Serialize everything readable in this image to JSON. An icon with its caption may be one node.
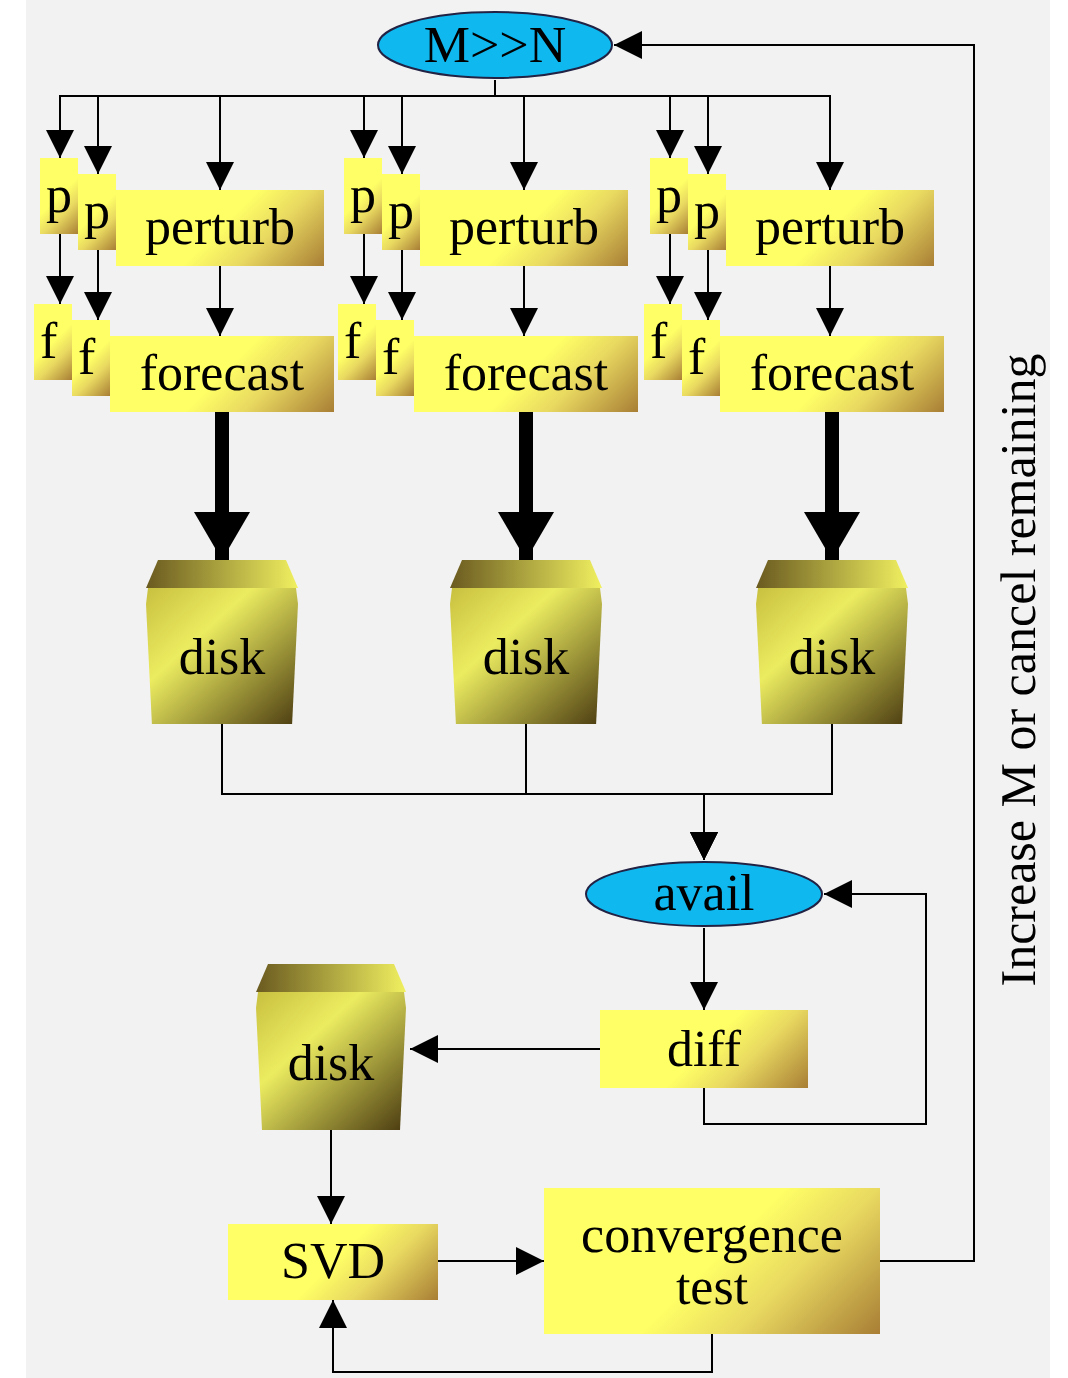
{
  "diagram": {
    "nodes": [
      {
        "text": [
          "M>>N"
        ]
      },
      {
        "text": [
          "p"
        ]
      },
      {
        "text": [
          "p"
        ]
      },
      {
        "text": [
          "perturb"
        ]
      },
      {
        "text": [
          "p"
        ]
      },
      {
        "text": [
          "p"
        ]
      },
      {
        "text": [
          "perturb"
        ]
      },
      {
        "text": [
          "p"
        ]
      },
      {
        "text": [
          "p"
        ]
      },
      {
        "text": [
          "perturb"
        ]
      },
      {
        "text": [
          "f"
        ]
      },
      {
        "text": [
          "f"
        ]
      },
      {
        "text": [
          "forecast"
        ]
      },
      {
        "text": [
          "f"
        ]
      },
      {
        "text": [
          "f"
        ]
      },
      {
        "text": [
          "forecast"
        ]
      },
      {
        "text": [
          "f"
        ]
      },
      {
        "text": [
          "f"
        ]
      },
      {
        "text": [
          "forecast"
        ]
      },
      {
        "text": [
          "disk"
        ]
      },
      {
        "text": [
          "disk"
        ]
      },
      {
        "text": [
          "disk"
        ]
      },
      {
        "text": [
          "avail"
        ]
      },
      {
        "text": [
          "diff"
        ]
      },
      {
        "text": [
          "disk"
        ]
      },
      {
        "text": [
          "SVD"
        ]
      },
      {
        "text": [
          "convergence test"
        ]
      }
    ],
    "edges": [
      {
        "from": 0,
        "to": 1,
        "arrow": "to"
      },
      {
        "from": 0,
        "to": 2,
        "arrow": "to"
      },
      {
        "from": 0,
        "to": 3,
        "arrow": "to"
      },
      {
        "from": 0,
        "to": 4,
        "arrow": "to"
      },
      {
        "from": 0,
        "to": 5,
        "arrow": "to"
      },
      {
        "from": 0,
        "to": 6,
        "arrow": "to"
      },
      {
        "from": 0,
        "to": 7,
        "arrow": "to"
      },
      {
        "from": 0,
        "to": 8,
        "arrow": "to"
      },
      {
        "from": 0,
        "to": 9,
        "arrow": "to"
      },
      {
        "from": 1,
        "to": 10,
        "arrow": "to"
      },
      {
        "from": 2,
        "to": 11,
        "arrow": "to"
      },
      {
        "from": 3,
        "to": 12,
        "arrow": "to"
      },
      {
        "from": 4,
        "to": 13,
        "arrow": "to"
      },
      {
        "from": 5,
        "to": 14,
        "arrow": "to"
      },
      {
        "from": 6,
        "to": 15,
        "arrow": "to"
      },
      {
        "from": 7,
        "to": 16,
        "arrow": "to"
      },
      {
        "from": 8,
        "to": 17,
        "arrow": "to"
      },
      {
        "from": 9,
        "to": 18,
        "arrow": "to"
      },
      {
        "from": 12,
        "to": 19,
        "arrow": "to",
        "style": "thick"
      },
      {
        "from": 15,
        "to": 20,
        "arrow": "to",
        "style": "thick"
      },
      {
        "from": 18,
        "to": 21,
        "arrow": "to",
        "style": "thick"
      },
      {
        "from": 19,
        "to": 22,
        "arrow": "to"
      },
      {
        "from": 20,
        "to": 22,
        "arrow": "to"
      },
      {
        "from": 21,
        "to": 22,
        "arrow": "to"
      },
      {
        "from": 22,
        "to": 23,
        "arrow": "to"
      },
      {
        "from": 23,
        "to": 24,
        "arrow": "to"
      },
      {
        "from": 23,
        "to": 22,
        "arrow": "to"
      },
      {
        "from": 24,
        "to": 25,
        "arrow": "to"
      },
      {
        "from": 25,
        "to": 26,
        "arrow": "to"
      },
      {
        "from": 26,
        "to": 25,
        "arrow": "to"
      },
      {
        "from": 26,
        "to": 0,
        "arrow": "to",
        "label": "Increase M or cancel remaining"
      }
    ]
  }
}
